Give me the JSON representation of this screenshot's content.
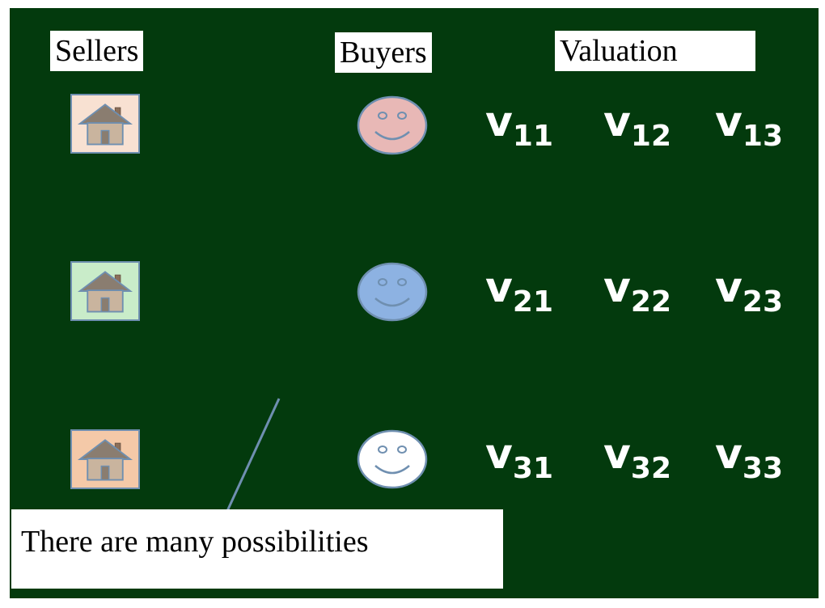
{
  "headers": {
    "sellers": "Sellers",
    "buyers": "Buyers",
    "valuation": "Valuation"
  },
  "rows": [
    {
      "house_color": "#f8e1d2",
      "face_color": "#e8b8b6",
      "values": [
        [
          "v",
          "11"
        ],
        [
          "v",
          "12"
        ],
        [
          "v",
          "13"
        ]
      ]
    },
    {
      "house_color": "#c9ecc9",
      "face_color": "#8db2e2",
      "values": [
        [
          "v",
          "21"
        ],
        [
          "v",
          "22"
        ],
        [
          "v",
          "23"
        ]
      ]
    },
    {
      "house_color": "#f4c9a8",
      "face_color": "#ffffff",
      "values": [
        [
          "v",
          "31"
        ],
        [
          "v",
          "32"
        ],
        [
          "v",
          "33"
        ]
      ]
    }
  ],
  "icons": {
    "seller": "house-icon",
    "buyer": "smiley-face-icon"
  },
  "note": "There are many possibilities",
  "colors": {
    "board": "#033a0d",
    "text_light": "#ffffff",
    "outline": "#6f8fb0"
  }
}
